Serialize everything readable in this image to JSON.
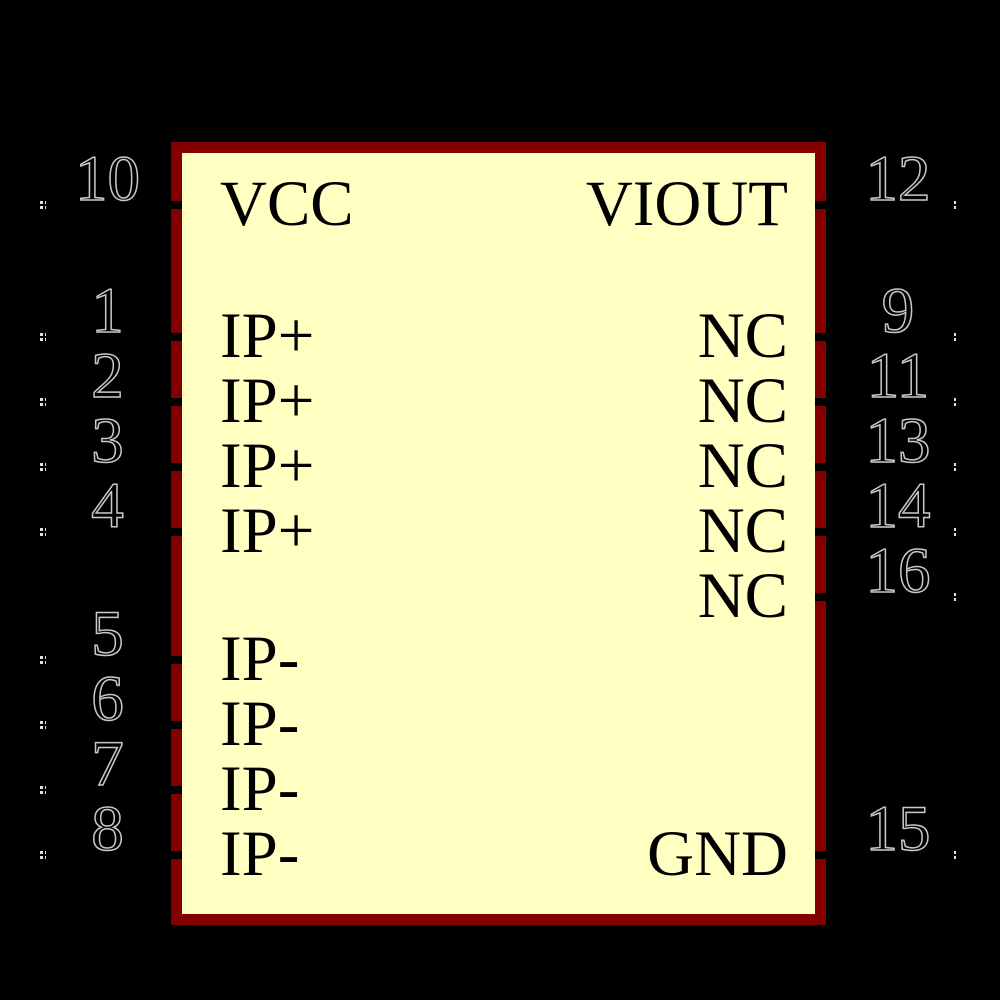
{
  "diagram": {
    "kind": "schematic-symbol",
    "colors": {
      "background": "#000000",
      "body_fill": "#FFFFC2",
      "body_outline": "#840000",
      "pin_label": "#000000",
      "pin_number_fill": "#000000",
      "pin_number_outline": "#c8c8c8",
      "pin_endpoint_dots": "#e0e0e0"
    }
  },
  "pins": {
    "left": [
      {
        "number": "10",
        "name": "VCC"
      },
      {
        "number": "1",
        "name": "IP+"
      },
      {
        "number": "2",
        "name": "IP+"
      },
      {
        "number": "3",
        "name": "IP+"
      },
      {
        "number": "4",
        "name": "IP+"
      },
      {
        "number": "5",
        "name": "IP-"
      },
      {
        "number": "6",
        "name": "IP-"
      },
      {
        "number": "7",
        "name": "IP-"
      },
      {
        "number": "8",
        "name": "IP-"
      }
    ],
    "right": [
      {
        "number": "12",
        "name": "VIOUT"
      },
      {
        "number": "9",
        "name": "NC"
      },
      {
        "number": "11",
        "name": "NC"
      },
      {
        "number": "13",
        "name": "NC"
      },
      {
        "number": "14",
        "name": "NC"
      },
      {
        "number": "16",
        "name": "NC"
      },
      {
        "number": "15",
        "name": "GND"
      }
    ]
  }
}
